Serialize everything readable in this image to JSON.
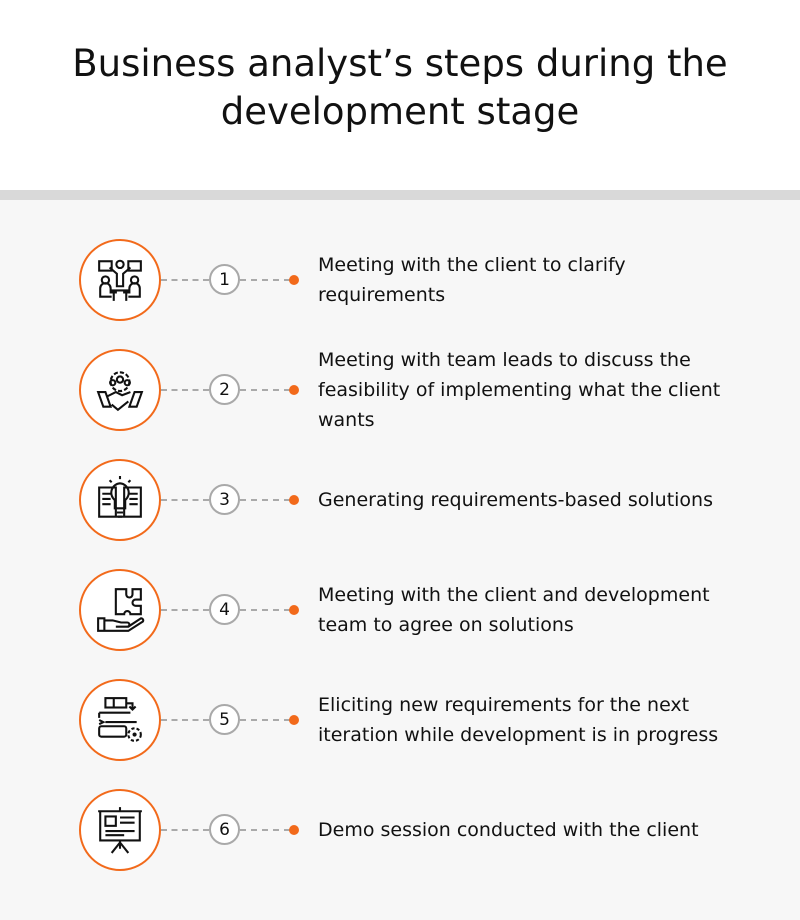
{
  "title": "Business analyst’s steps during the development stage",
  "colors": {
    "accent": "#f26a1b",
    "connector": "#aaaaaa",
    "band": "#d9d9d9",
    "background": "#f7f7f7"
  },
  "steps": [
    {
      "number": "1",
      "icon": "meeting-icon",
      "text": "Meeting with the client to clarify requirements"
    },
    {
      "number": "2",
      "icon": "team-handshake-icon",
      "text": "Meeting with team leads to discuss the feasibility of implementing what the client wants"
    },
    {
      "number": "3",
      "icon": "lightbulb-book-icon",
      "text": "Generating requirements-based solutions"
    },
    {
      "number": "4",
      "icon": "puzzle-hand-icon",
      "text": "Meeting with the client and development team to agree on solutions"
    },
    {
      "number": "5",
      "icon": "workflow-gear-icon",
      "text": "Eliciting new requirements for the next iteration while development is in progress"
    },
    {
      "number": "6",
      "icon": "presentation-board-icon",
      "text": "Demo session conducted with the client"
    }
  ]
}
